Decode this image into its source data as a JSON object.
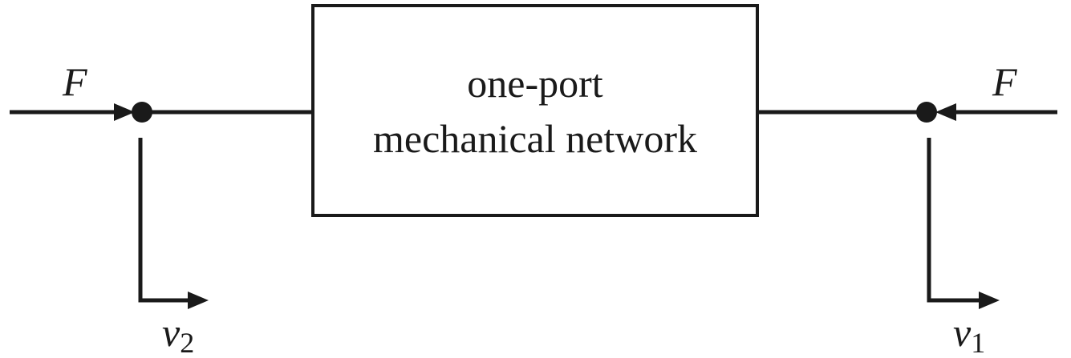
{
  "box": {
    "line1": "one-port",
    "line2": "mechanical network"
  },
  "left_port": {
    "force_label": "F",
    "velocity_symbol": "v",
    "velocity_subscript": "2"
  },
  "right_port": {
    "force_label": "F",
    "velocity_symbol": "v",
    "velocity_subscript": "1"
  },
  "colors": {
    "ink": "#1a1a1a",
    "background": "#ffffff"
  }
}
